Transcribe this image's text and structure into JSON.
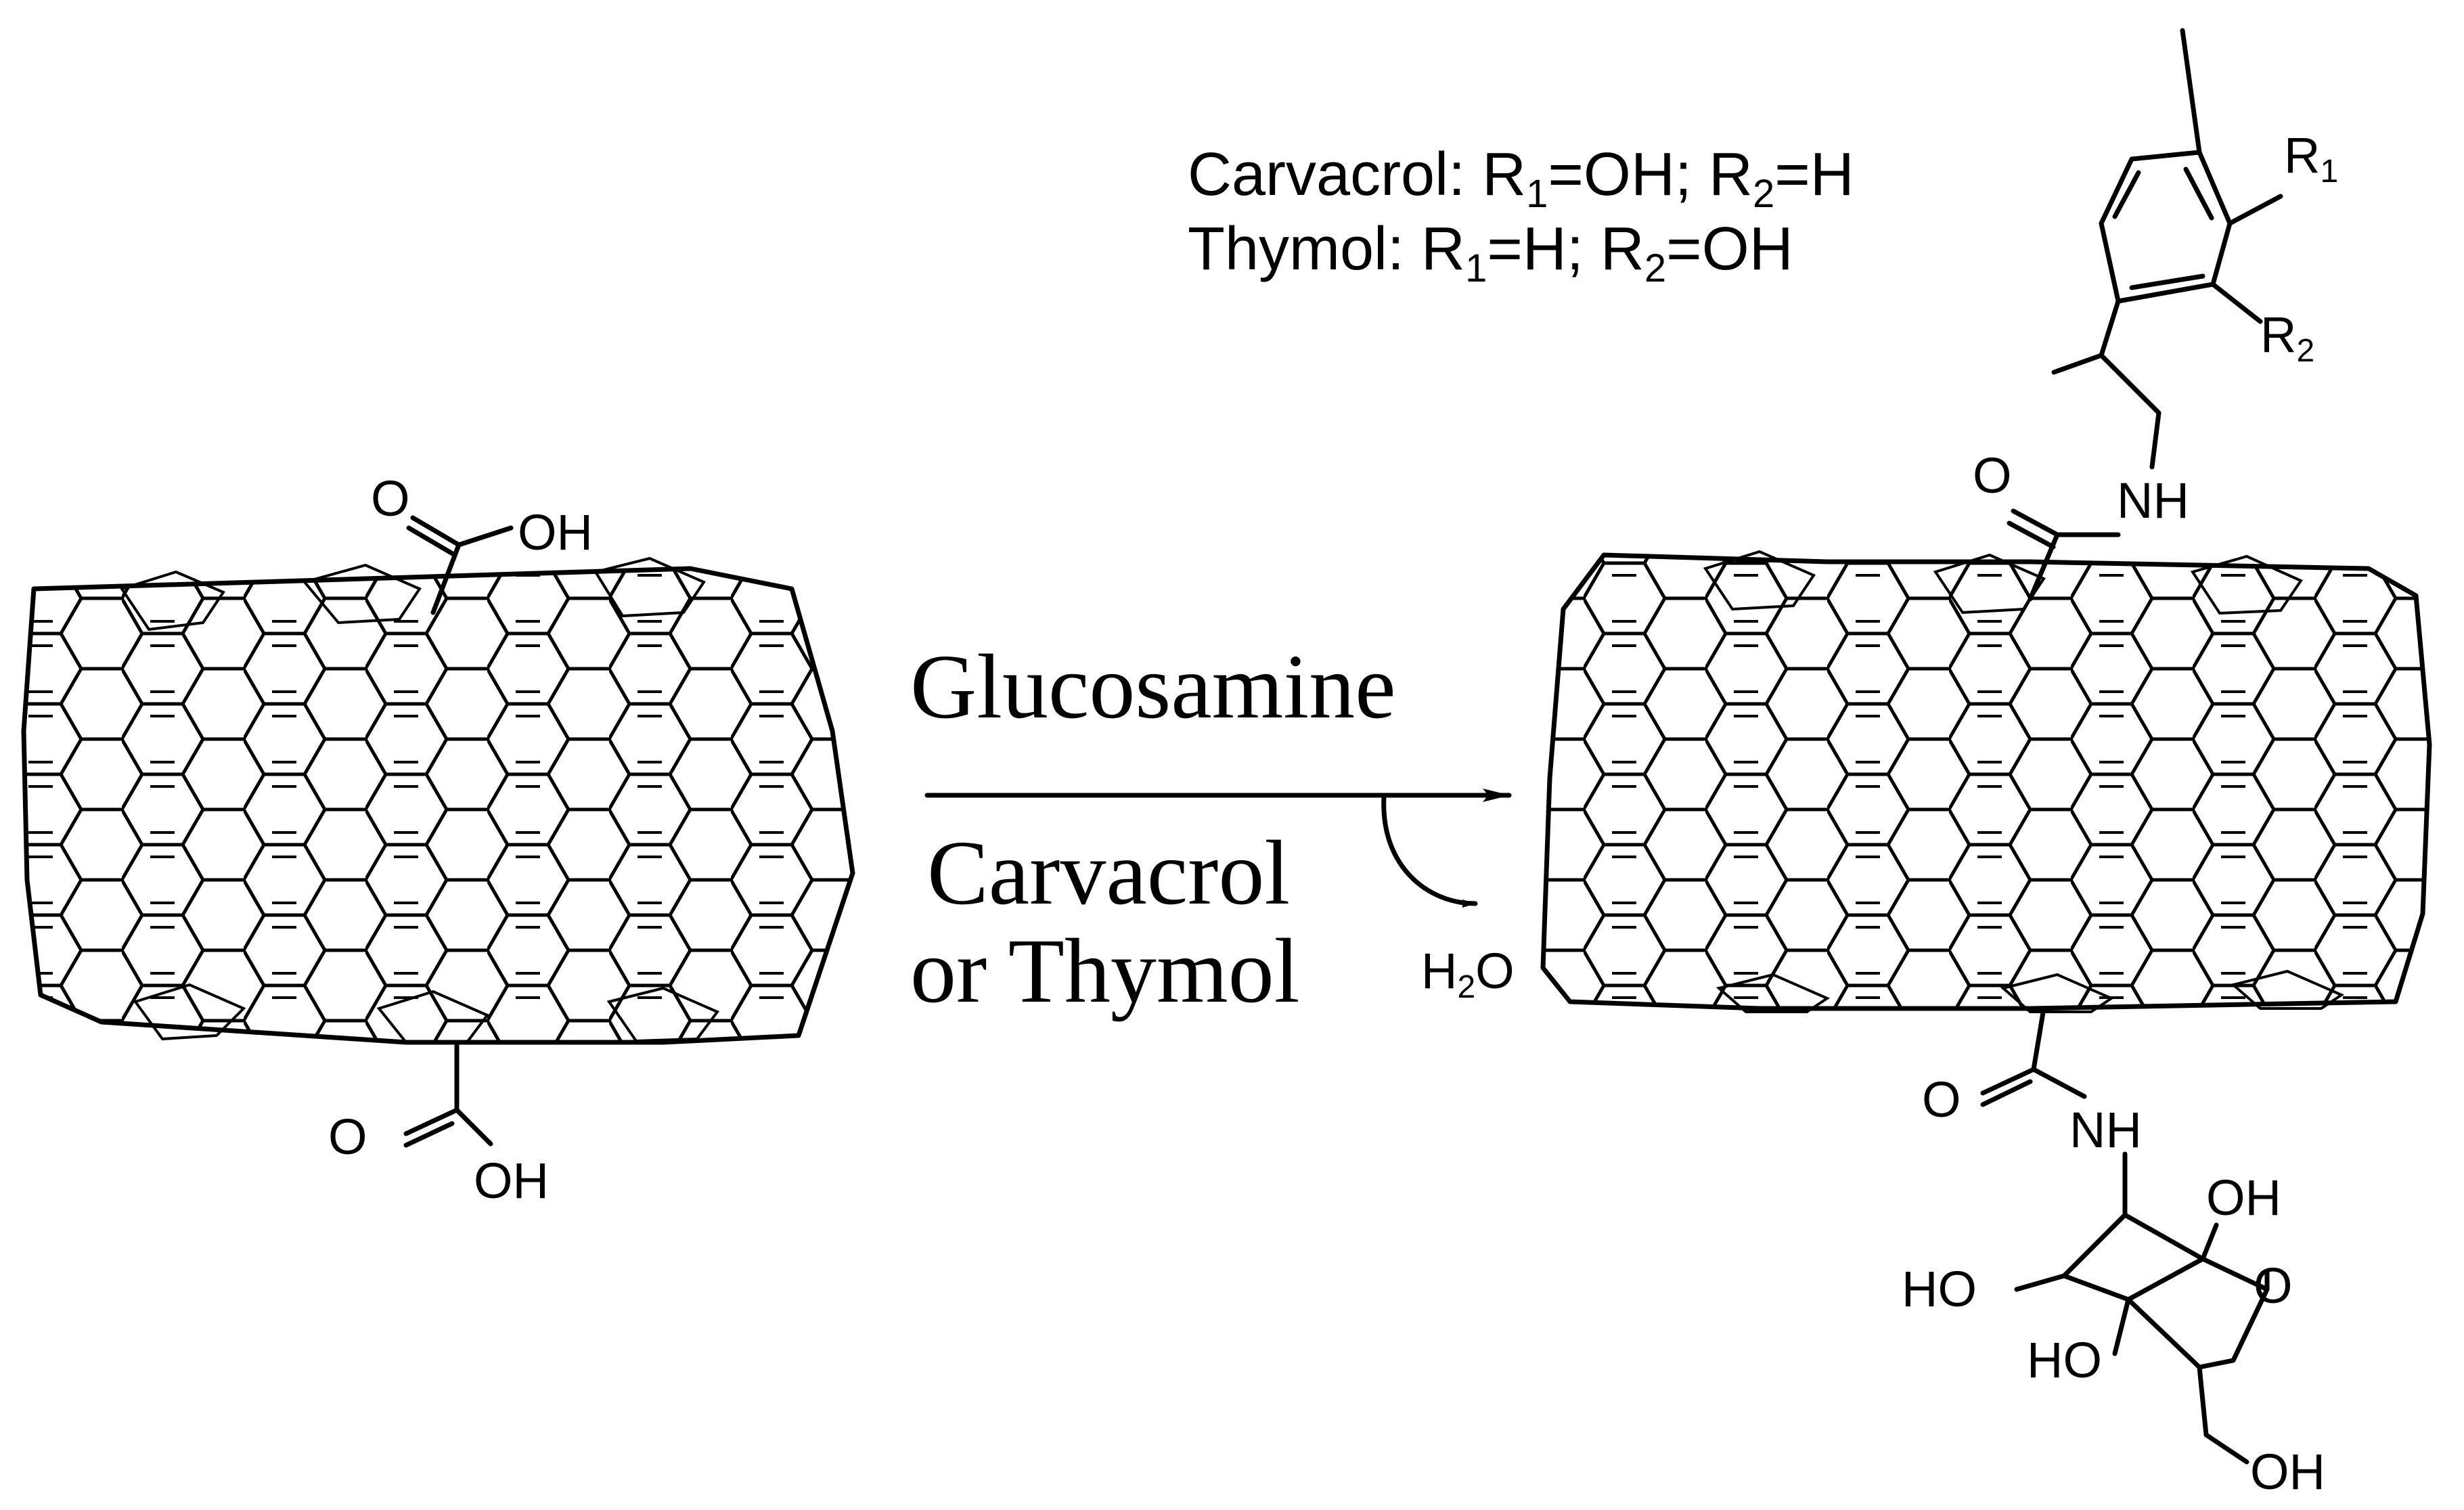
{
  "reagents": {
    "top": "Glucosamine",
    "bottom_line1": "Carvacrol",
    "bottom_line2": "or Thymol",
    "byproduct_h": "H",
    "byproduct_sub": "2",
    "byproduct_o": "O"
  },
  "legend": {
    "carvacrol": {
      "name": "Carvacrol: R",
      "r1_sub": "1",
      "r1_value": "=OH; R",
      "r2_sub": "2",
      "r2_value": "=H"
    },
    "thymol": {
      "name": "Thymol: R",
      "r1_sub": "1",
      "r1_value": "=H; R",
      "r2_sub": "2",
      "r2_value": "=OH"
    }
  },
  "reactant": {
    "top_carbonyl_o": "O",
    "top_oh": "OH",
    "bottom_carbonyl_o": "O",
    "bottom_oh": "OH"
  },
  "product": {
    "r1_letter": "R",
    "r1_sub": "1",
    "r2_letter": "R",
    "r2_sub": "2",
    "top_carbonyl_o": "O",
    "top_nh": "NH",
    "bottom_carbonyl_o": "O",
    "bottom_nh": "NH",
    "sugar_oh_top": "OH",
    "sugar_ho_left": "HO",
    "sugar_ring_o": "O",
    "sugar_ho_mid": "HO",
    "sugar_oh_bottom": "OH"
  }
}
